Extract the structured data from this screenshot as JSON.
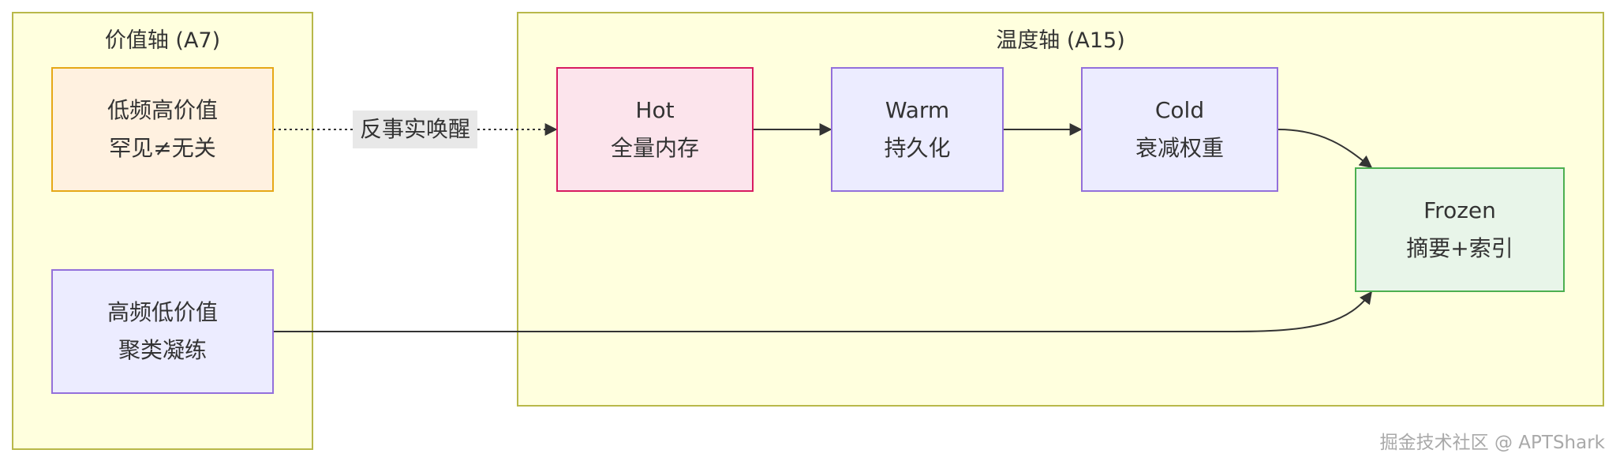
{
  "value_axis": {
    "title": "价值轴 (A7)",
    "nodes": {
      "low_freq_high_value": {
        "line1": "低频高价值",
        "line2": "罕见≠无关"
      },
      "high_freq_low_value": {
        "line1": "高频低价值",
        "line2": "聚类凝练"
      }
    }
  },
  "temperature_axis": {
    "title": "温度轴 (A15)",
    "nodes": {
      "hot": {
        "line1": "Hot",
        "line2": "全量内存"
      },
      "warm": {
        "line1": "Warm",
        "line2": "持久化"
      },
      "cold": {
        "line1": "Cold",
        "line2": "衰减权重"
      },
      "frozen": {
        "line1": "Frozen",
        "line2": "摘要+索引"
      }
    }
  },
  "edges": {
    "counterfactual_label": "反事实唤醒"
  },
  "watermark": "掘金技术社区 @ APTShark",
  "colors": {
    "cluster_fill": "#ffffde",
    "cluster_border": "#b8b84a",
    "default_node_fill": "#ececff",
    "default_node_border": "#9370db",
    "high_value_fill": "#fff1e0",
    "high_value_border": "#e6a817",
    "hot_fill": "#fce4ec",
    "hot_border": "#d81b60",
    "frozen_fill": "#e8f5e9",
    "frozen_border": "#4caf50",
    "edge_label_bg": "#e8e8e8"
  }
}
